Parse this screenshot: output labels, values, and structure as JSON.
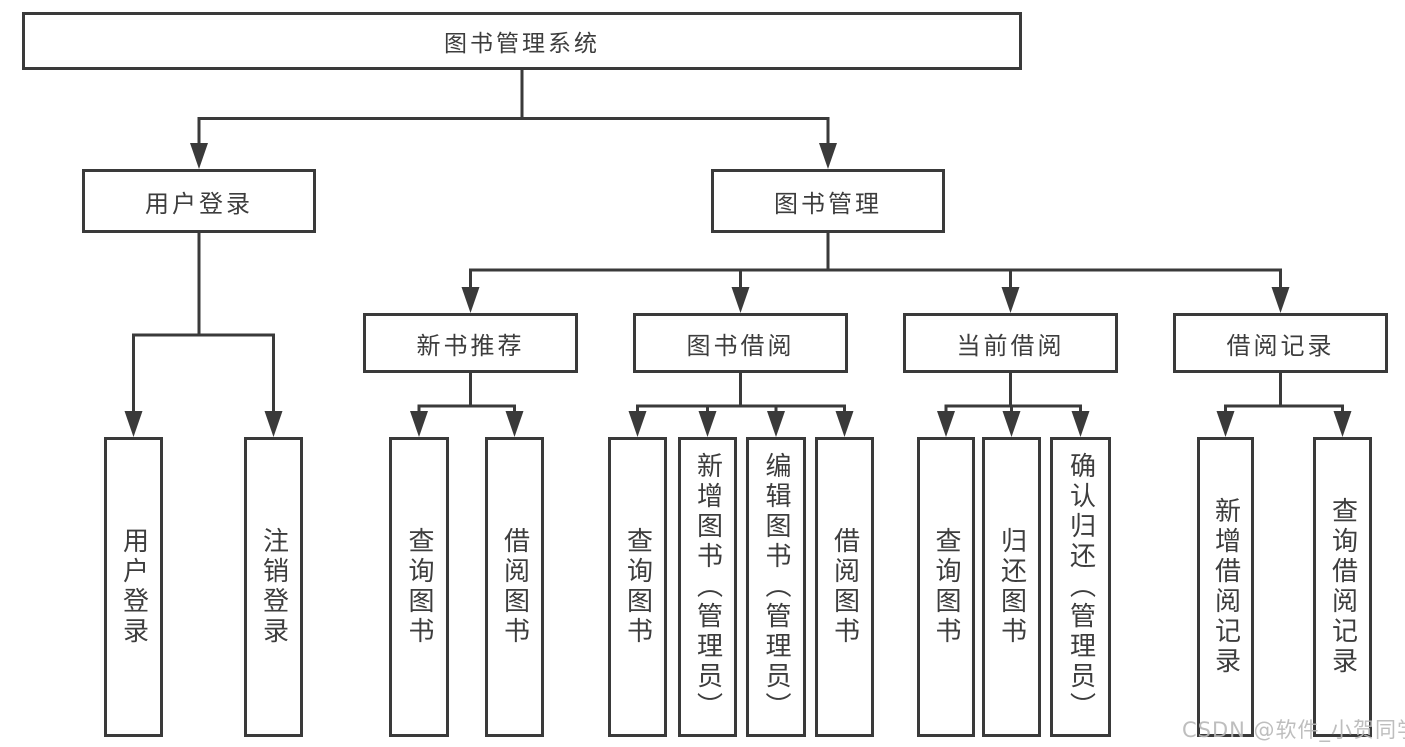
{
  "diagram": {
    "root": {
      "label": "图书管理系统"
    },
    "branches": {
      "user_login": {
        "label": "用户登录",
        "children": {
          "login": {
            "label": "用户登录"
          },
          "logout": {
            "label": "注销登录"
          }
        }
      },
      "book_mgmt": {
        "label": "图书管理",
        "children": {
          "new_book_rec": {
            "label": "新书推荐",
            "children": {
              "query_book": {
                "label": "查询图书"
              },
              "borrow_book": {
                "label": "借阅图书"
              }
            }
          },
          "book_borrow": {
            "label": "图书借阅",
            "children": {
              "query_book": {
                "label": "查询图书"
              },
              "add_book": {
                "label": "新增图书（管理员）"
              },
              "edit_book": {
                "label": "编辑图书（管理员）"
              },
              "borrow_book": {
                "label": "借阅图书"
              }
            }
          },
          "current_borrow": {
            "label": "当前借阅",
            "children": {
              "query_book": {
                "label": "查询图书"
              },
              "return_book": {
                "label": "归还图书"
              },
              "confirm_return": {
                "label": "确认归还（管理员）"
              }
            }
          },
          "borrow_record": {
            "label": "借阅记录",
            "children": {
              "add_record": {
                "label": "新增借阅记录"
              },
              "query_record": {
                "label": "查询借阅记录"
              }
            }
          }
        }
      }
    }
  },
  "watermark": {
    "text": "CSDN @软件_小贺同学"
  },
  "colors": {
    "line": "#3a3a3a",
    "box_border": "#3a3a3a",
    "text": "#3d3d3d",
    "background": "#ffffff",
    "watermark": "#b9b9b9"
  }
}
